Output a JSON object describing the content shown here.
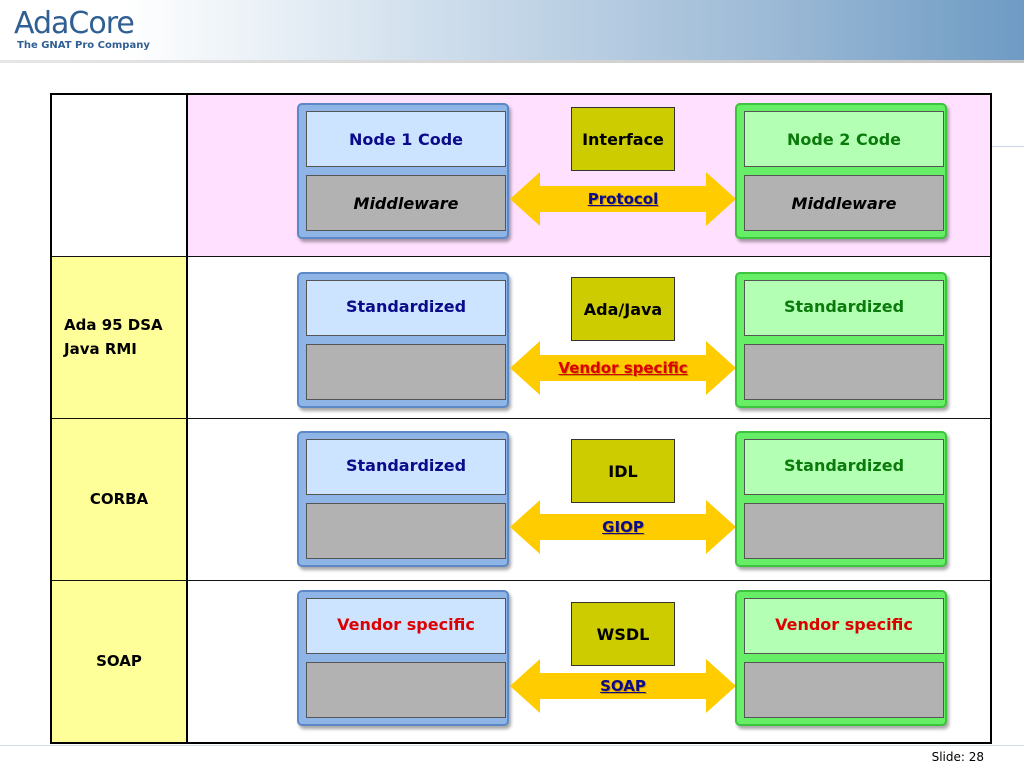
{
  "header": {
    "logo_main": "AdaCore",
    "logo_sub": "The GNAT Pro Company"
  },
  "footer": {
    "slide_label": "Slide: 28"
  },
  "colors": {
    "node1_text": "#0a0a8a",
    "node2_text": "#0a7a0a",
    "vendor_text": "#dd0000",
    "protocol_text": "#0a0a8a",
    "interface_fill": "#cccc00",
    "arrow_fill": "#ffcc00",
    "header_row_fill": "#ffe0ff",
    "label_col_fill": "#ffff99"
  },
  "rows": [
    {
      "label": "",
      "label_lines": [],
      "node1_top": "Node 1 Code",
      "node1_bottom": "Middleware",
      "interface": "Interface",
      "protocol": "Protocol",
      "node2_top": "Node 2 Code",
      "node2_bottom": "Middleware"
    },
    {
      "label_lines": [
        "Ada 95 DSA",
        "Java RMI"
      ],
      "node1_top": "Standardized",
      "node1_bottom": "",
      "interface": "Ada/Java",
      "protocol": "Vendor specific",
      "node2_top": "Standardized",
      "node2_bottom": ""
    },
    {
      "label": "CORBA",
      "node1_top": "Standardized",
      "node1_bottom": "",
      "interface": "IDL",
      "protocol": "GIOP",
      "node2_top": "Standardized",
      "node2_bottom": ""
    },
    {
      "label": "SOAP",
      "node1_top": "Vendor specific",
      "node1_bottom": "",
      "interface": "WSDL",
      "protocol": "SOAP",
      "node2_top": "Vendor specific",
      "node2_bottom": ""
    }
  ]
}
